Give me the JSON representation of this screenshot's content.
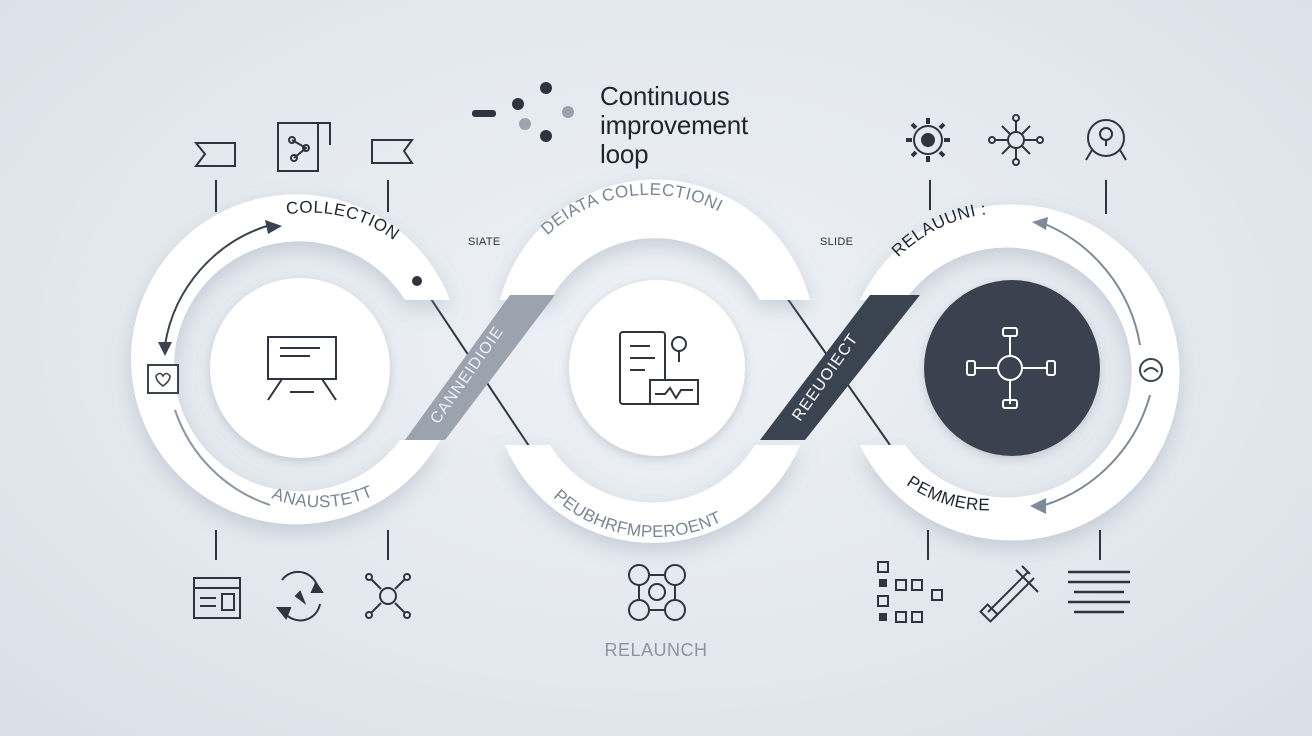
{
  "title": {
    "line1": "Continuous",
    "line2": "improvement",
    "line3": "loop"
  },
  "connector_labels": {
    "left": "SIATE",
    "right": "SLIDE"
  },
  "rings": {
    "left": {
      "top_label": "COLLECTION",
      "bottom_label": "ANAUSTETT"
    },
    "middle": {
      "top_label": "DEIATA COLLECTIONI",
      "bottom_label": "PEUBHRFMPEROENT"
    },
    "right": {
      "top_label": "RELAUUNI :",
      "bottom_label": "PEMMERE"
    }
  },
  "bands": {
    "left": "CANNEIDIOIE",
    "right": "REEUOIECT"
  },
  "footer": "RELAUNCH",
  "icons": {
    "top": [
      "flag-icon",
      "document-network-icon",
      "flag-icon",
      "gear-icon",
      "hub-icon",
      "lightbulb-icon"
    ],
    "bottom": [
      "form-icon",
      "refresh-cycle-icon",
      "network-icon",
      "network-nodes-icon",
      "qr-code-icon",
      "tool-icon",
      "list-icon"
    ]
  },
  "colors": {
    "ring": "#ffffff",
    "dark_accent": "#3a4350",
    "mid_band": "#9ba3ae",
    "text": "#1f2630",
    "muted": "#8a95a5"
  }
}
